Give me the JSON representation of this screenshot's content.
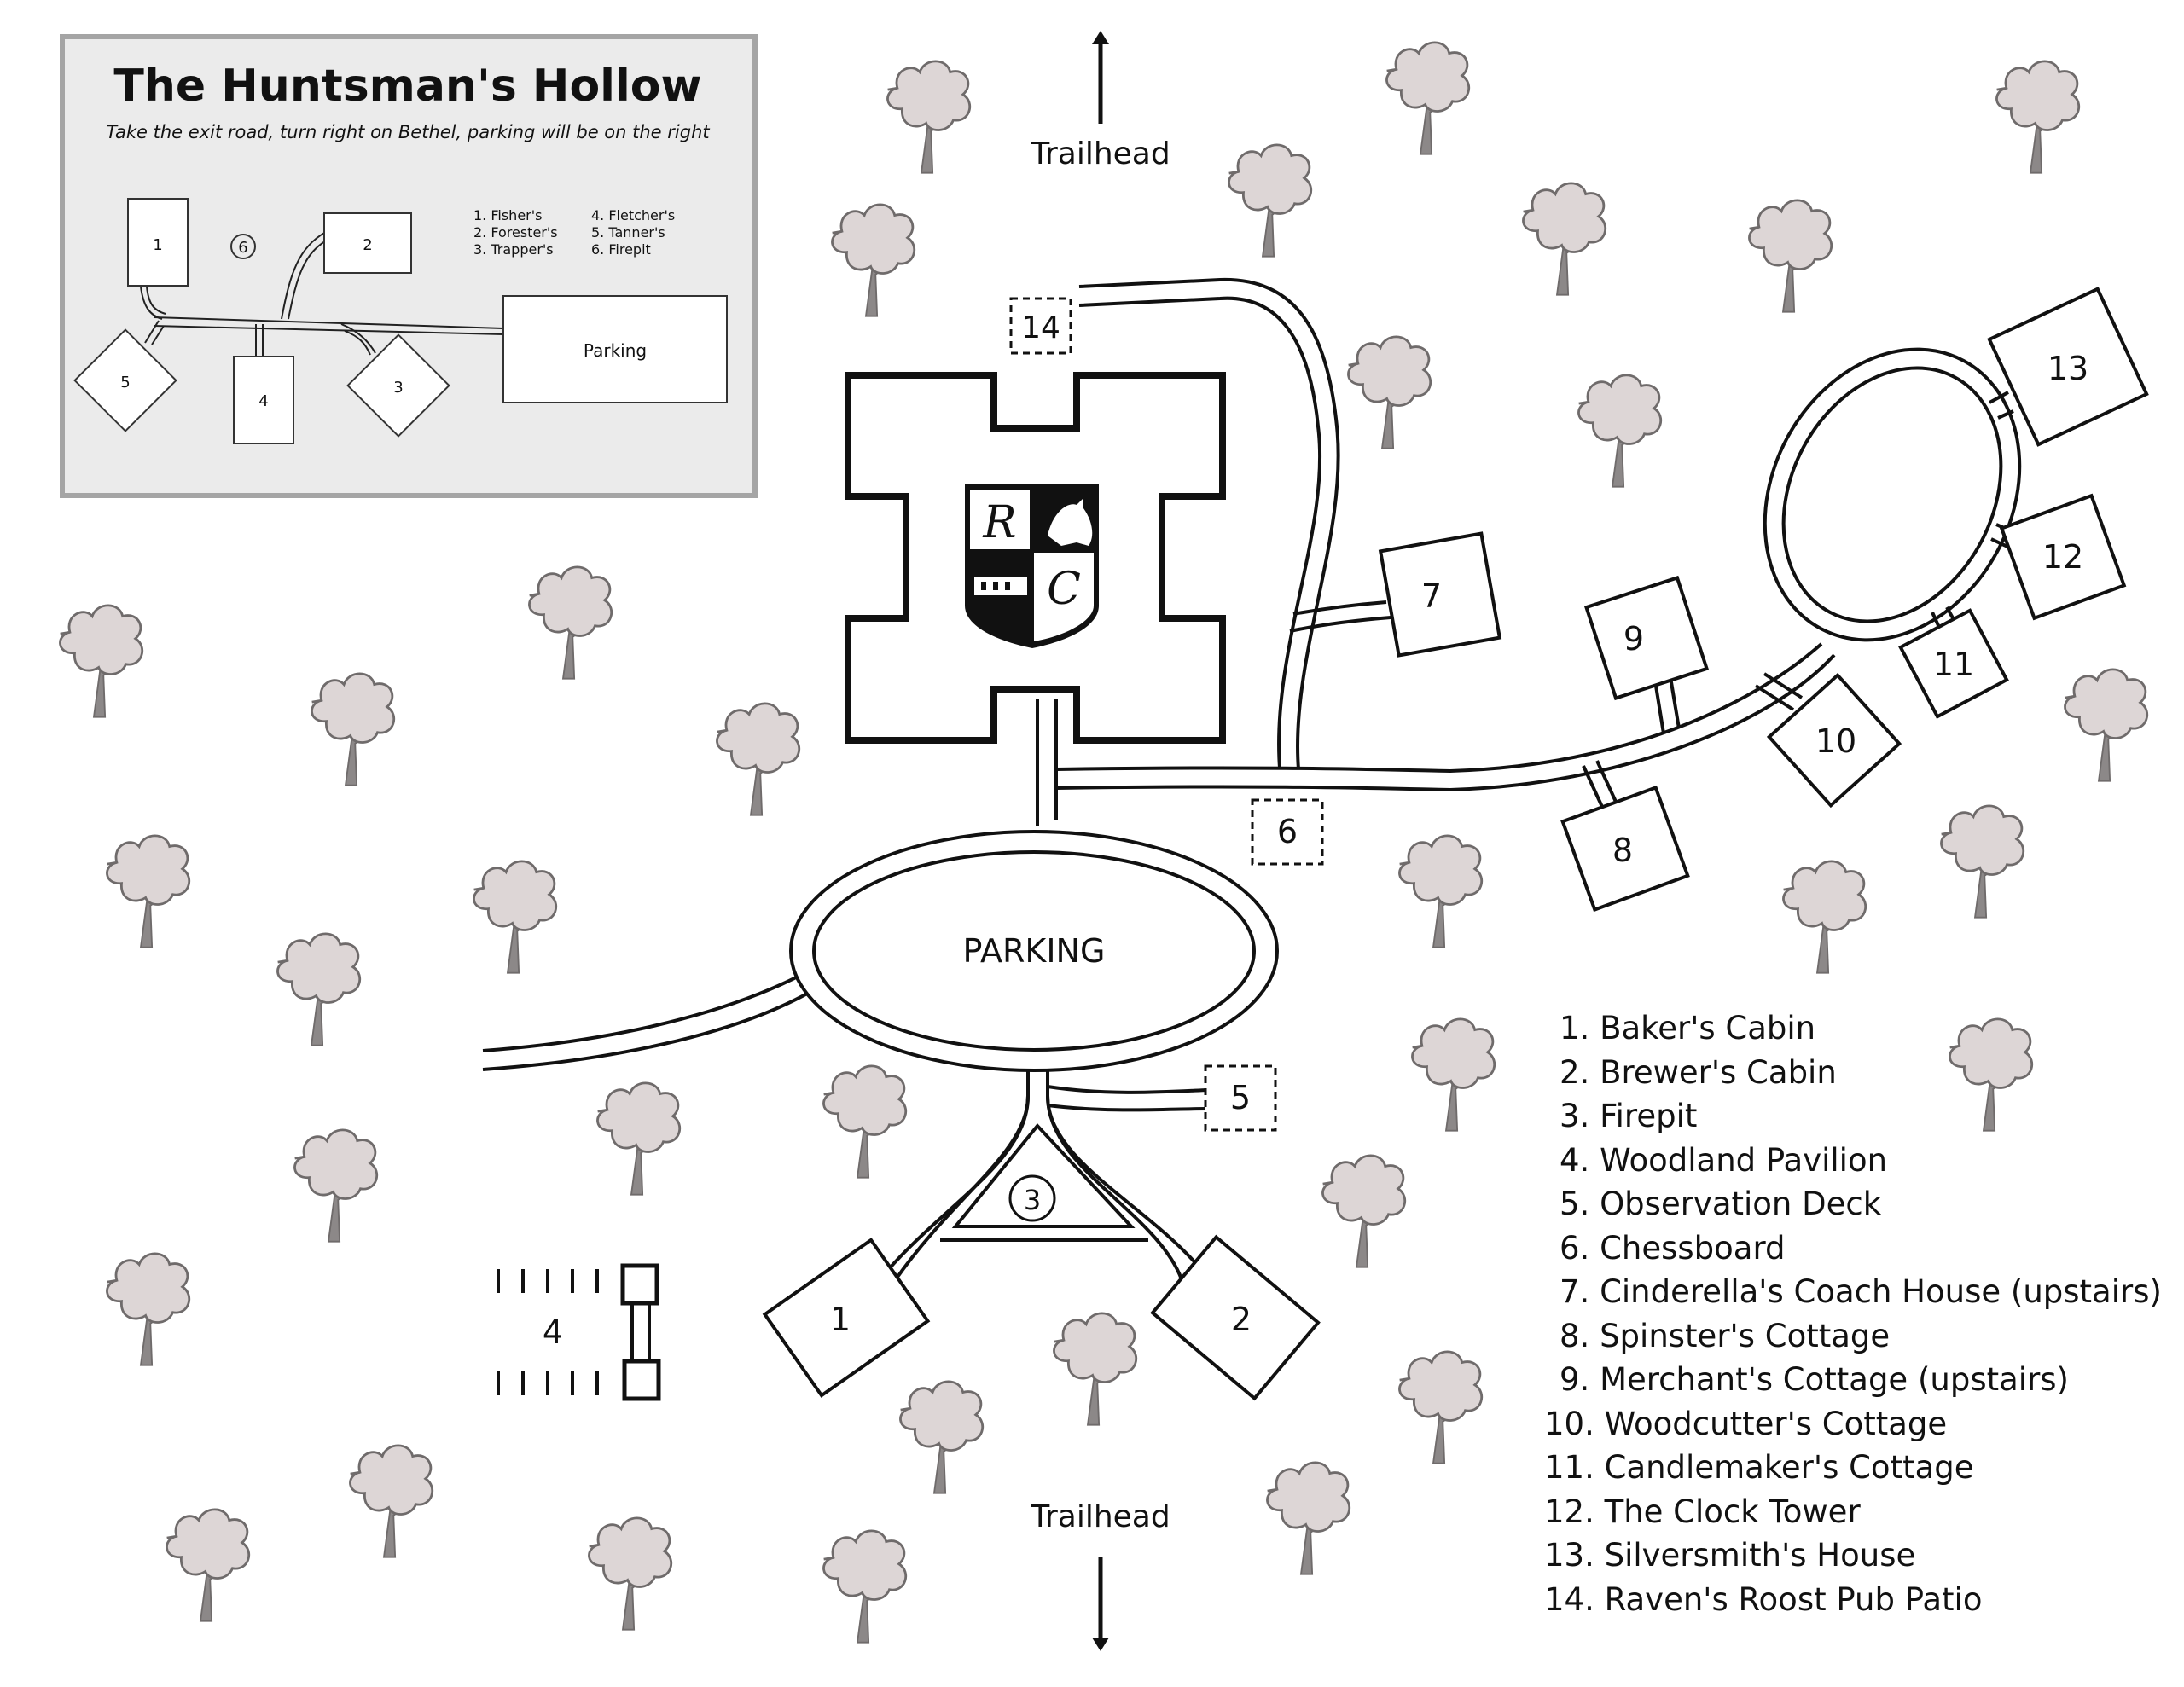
{
  "inset": {
    "title": "The Huntsman's Hollow",
    "subtitle": "Take the exit road, turn right on Bethel, parking will be on the right",
    "buildings": [
      "1",
      "2",
      "3",
      "4",
      "5"
    ],
    "firepit_marker": "6",
    "parking_label": "Parking",
    "key_col1": [
      "1. Fisher's",
      "2. Forester's",
      "3. Trapper's"
    ],
    "key_col2": [
      "4. Fletcher's",
      "5. Tanner's",
      "6. Firepit"
    ]
  },
  "map": {
    "trailhead_top": "Trailhead",
    "trailhead_bottom": "Trailhead",
    "parking_label": "PARKING",
    "crest_letters": [
      "R",
      "C"
    ],
    "buildings": [
      "1",
      "2",
      "4",
      "7",
      "8",
      "9",
      "10",
      "11",
      "12",
      "13"
    ],
    "firepit_marker": "3",
    "dashed_markers": [
      "5",
      "6",
      "14"
    ]
  },
  "legend": [
    "1. Baker's Cabin",
    "2. Brewer's Cabin",
    "3. Firepit",
    "4. Woodland Pavilion",
    "5. Observation Deck",
    "6. Chessboard",
    "7. Cinderella's Coach House (upstairs)",
    "8. Spinster's Cottage",
    "9. Merchant's Cottage (upstairs)",
    "10. Woodcutter's Cottage",
    "11. Candlemaker's Cottage",
    "12. The Clock Tower",
    "13. Silversmith's House",
    "14. Raven's Roost Pub Patio"
  ],
  "colors": {
    "tree_canopy": "#ddd6d6",
    "tree_trunk": "#8c8888",
    "inset_bg": "#ebebeb",
    "inset_border": "#a5a5a5",
    "ink": "#111111"
  }
}
